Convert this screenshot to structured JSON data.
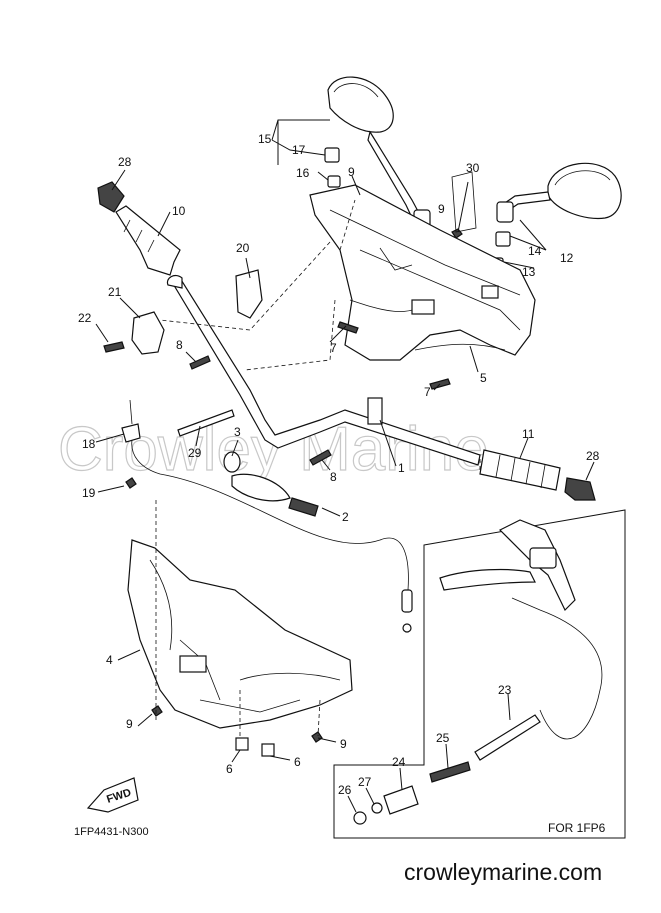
{
  "diagram_code": "1FP4431-N300",
  "watermark": "Crowley Marine",
  "site_url": "crowleymarine.com",
  "inset_caption": "FOR 1FP6",
  "fwd_label": "FWD",
  "callouts": {
    "c1": "1",
    "c2": "2",
    "c3": "3",
    "c4": "4",
    "c5": "5",
    "c6a": "6",
    "c6b": "6",
    "c7a": "7",
    "c7b": "7",
    "c8a": "8",
    "c8b": "8",
    "c9a": "9",
    "c9b": "9",
    "c9c": "9",
    "c9d": "9",
    "c10": "10",
    "c11": "11",
    "c12": "12",
    "c13": "13",
    "c14": "14",
    "c15": "15",
    "c16": "16",
    "c17": "17",
    "c18": "18",
    "c19": "19",
    "c20": "20",
    "c21": "21",
    "c22": "22",
    "c23": "23",
    "c24": "24",
    "c25": "25",
    "c26": "26",
    "c27": "27",
    "c28a": "28",
    "c28b": "28",
    "c29": "29",
    "c30": "30"
  }
}
